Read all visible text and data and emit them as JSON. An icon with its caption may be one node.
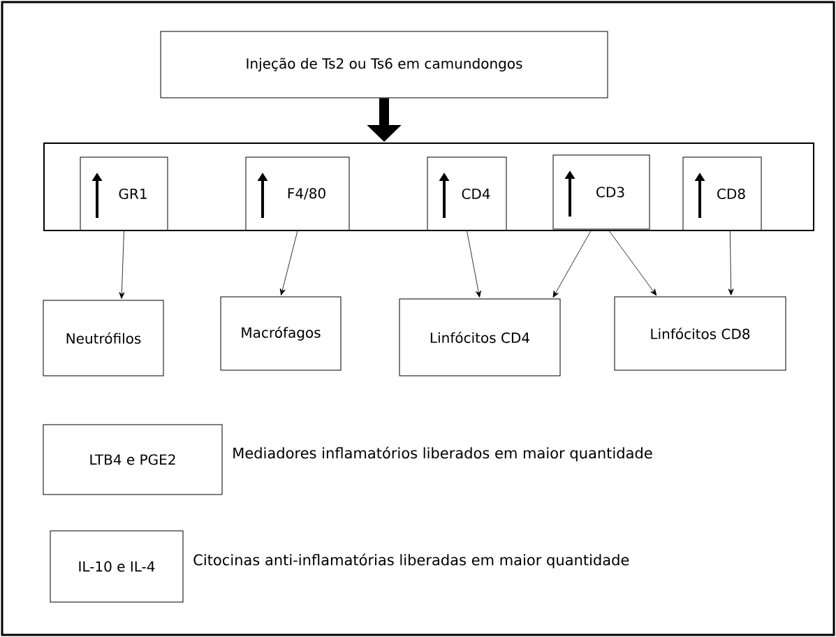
{
  "diagram": {
    "nodes": [
      {
        "text": [
          "Injeção de Ts2 ou Ts6 em camundongos"
        ]
      },
      {
        "text": [],
        "shape": "box"
      },
      {
        "text": [
          "GR1"
        ],
        "in": 1
      },
      {
        "text": [
          "F4/80"
        ],
        "in": 1
      },
      {
        "text": [
          "CD4"
        ],
        "in": 1
      },
      {
        "text": [
          "CD3"
        ],
        "in": 1
      },
      {
        "text": [
          "CD8"
        ],
        "in": 1
      },
      {
        "text": [
          "Neutrófilos"
        ]
      },
      {
        "text": [
          "Macrófagos"
        ]
      },
      {
        "text": [
          "Linfócitos CD4"
        ]
      },
      {
        "text": [
          "Linfócitos CD8"
        ]
      },
      {
        "text": [
          "LTB4 e PGE2"
        ],
        "beside": [
          "Mediadores inflamatórios liberados em maior quantidade"
        ]
      },
      {
        "text": [
          "IL-10 e IL-4"
        ],
        "beside": [
          "Citocinas anti-inflamatórias liberadas em maior quantidade"
        ]
      }
    ],
    "edges": [
      {
        "from": 0,
        "to": 1,
        "arrow": "to",
        "style": "thick"
      },
      {
        "from": 2,
        "to": 7,
        "arrow": "to"
      },
      {
        "from": 3,
        "to": 8,
        "arrow": "to"
      },
      {
        "from": 4,
        "to": 9,
        "arrow": "to"
      },
      {
        "from": 5,
        "to": 9,
        "arrow": "to"
      },
      {
        "from": 5,
        "to": 10,
        "arrow": "to"
      },
      {
        "from": 6,
        "to": 10,
        "arrow": "to"
      }
    ]
  }
}
